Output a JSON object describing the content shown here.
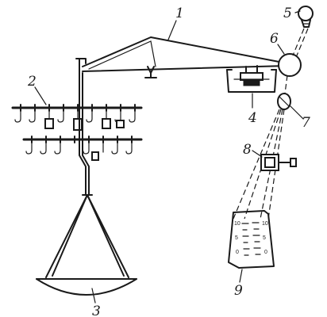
{
  "labels": {
    "n1": "1",
    "n2": "2",
    "n3": "3",
    "n4": "4",
    "n5": "5",
    "n6": "6",
    "n7": "7",
    "n8": "8",
    "n9": "9"
  },
  "scale": {
    "left_ticks": [
      "10",
      "5",
      "0"
    ],
    "right_ticks": [
      "10",
      "5",
      "0"
    ]
  },
  "colors": {
    "ink": "#1a1a1a",
    "paper": "#ffffff"
  }
}
